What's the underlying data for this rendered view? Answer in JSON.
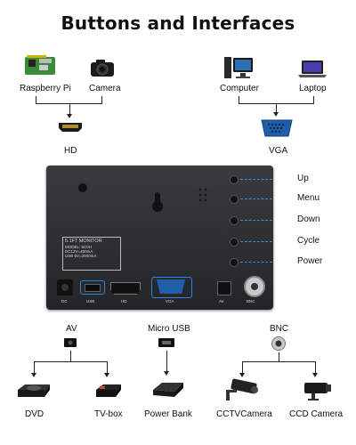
{
  "title": "Buttons and Interfaces",
  "top_devices": {
    "raspberry_pi": "Raspberry Pi",
    "camera": "Camera",
    "computer": "Computer",
    "laptop": "Laptop",
    "hd": "HD",
    "vga": "VGA"
  },
  "monitor": {
    "label_lines": [
      "5.1FT MONITOR",
      "MODEL: 5C0H",
      "DC12V=400mA",
      "USB 5V=2000mA"
    ],
    "ports": [
      "DC",
      "USB",
      "HD",
      "VGA",
      "AV",
      "BNC"
    ]
  },
  "buttons": [
    "Up",
    "Menu",
    "Down",
    "Cycle",
    "Power"
  ],
  "bottom": {
    "av": "AV",
    "micro_usb": "Micro USB",
    "bnc": "BNC",
    "dvd": "DVD",
    "tvbox": "TV-box",
    "power_bank": "Power Bank",
    "cctv": "CCTVCamera",
    "ccd": "CCD Camera"
  },
  "colors": {
    "accent": "#2f86d6",
    "panel": "#2b2c2f"
  }
}
